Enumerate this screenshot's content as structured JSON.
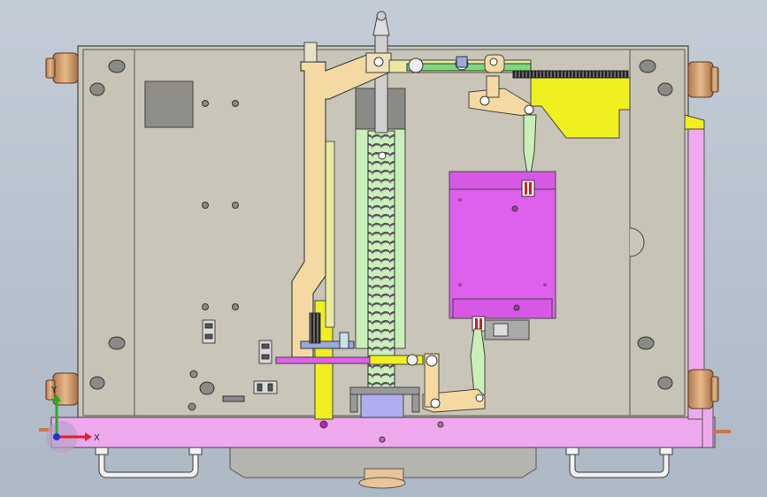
{
  "viewport": {
    "background_top": "#c3ccd7",
    "background_bottom": "#aeb9c6"
  },
  "triad": {
    "x_label": "X",
    "y_label": "Y",
    "x_color": "#e0202a",
    "y_color": "#1fb020",
    "z_color": "#2030d0"
  },
  "colors": {
    "panel_gray": "#c9c6b9",
    "frame_pink": "#efaaef",
    "linkage_tan": "#f4d9a2",
    "spring_green": "#c8f0b8",
    "coil_magenta": "#e060ee",
    "bracket_yellow": "#f0f020",
    "actuator_blue": "#aeaef0",
    "insulator_copper": "#d8a878"
  },
  "parts": {
    "insulators": "insulator-copper",
    "handles": "carrying-handle",
    "spring": "closing-spring",
    "coil": "trip-coil"
  }
}
